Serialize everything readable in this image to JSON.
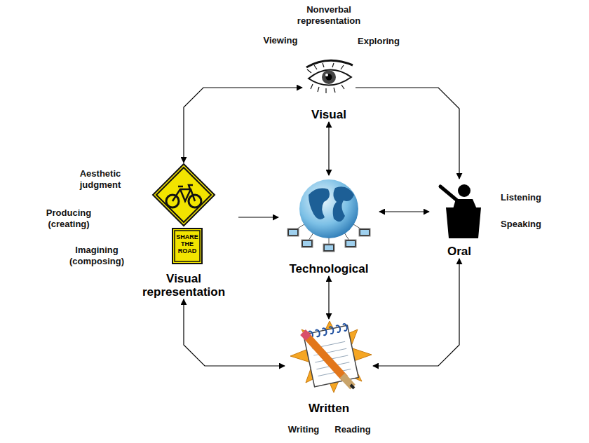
{
  "diagram": {
    "nodes": [
      {
        "text": [
          "Visual"
        ]
      },
      {
        "text": [
          "Visual representation"
        ]
      },
      {
        "text": [
          "Technological"
        ]
      },
      {
        "text": [
          "Oral"
        ]
      },
      {
        "text": [
          "Written"
        ]
      }
    ],
    "edges": [
      {
        "from": 0,
        "to": 1,
        "arrow": "both"
      },
      {
        "from": 0,
        "to": 3,
        "arrow": "to"
      },
      {
        "from": 0,
        "to": 2,
        "arrow": "both"
      },
      {
        "from": 1,
        "to": 2,
        "arrow": "to"
      },
      {
        "from": 2,
        "to": 3,
        "arrow": "both"
      },
      {
        "from": 2,
        "to": 4,
        "arrow": "both"
      },
      {
        "from": 1,
        "to": 4,
        "arrow": "both"
      },
      {
        "from": 3,
        "to": 4,
        "arrow": "both"
      }
    ],
    "labels": [
      "Nonverbal representation",
      "Viewing",
      "Exploring",
      "Aesthetic judgment",
      "Producing (creating)",
      "Imagining (composing)",
      "SHARE THE ROAD",
      "Listening",
      "Speaking",
      "Writing",
      "Reading"
    ]
  }
}
